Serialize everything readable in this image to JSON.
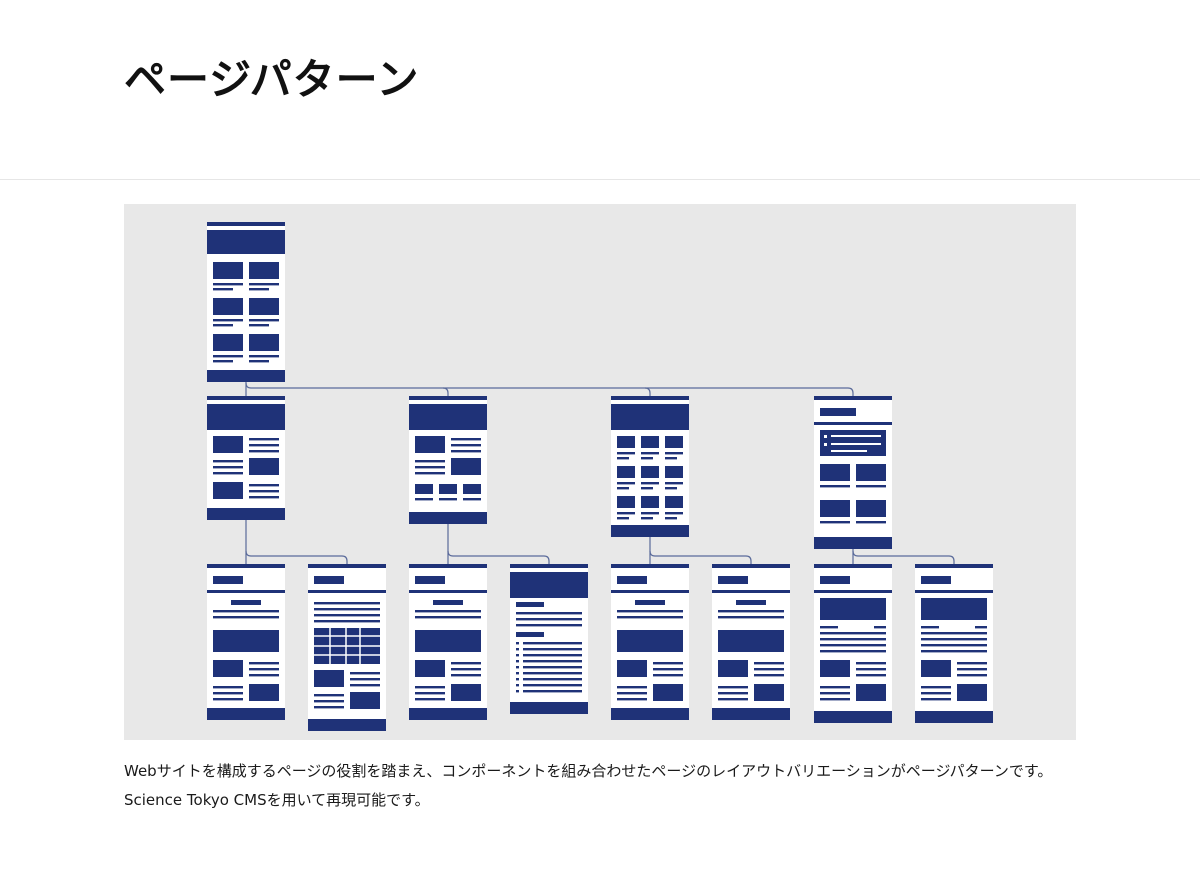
{
  "page": {
    "title": "ページパターン",
    "description": "Webサイトを構成するページの役割を踏まえ、コンポーネントを組み合わせたページのレイアウトバリエーションがページパターンです。Science Tokyo CMSを用いて再現可能です。"
  },
  "colors": {
    "accent": "#1f3278",
    "panel_background": "#e8e8e8",
    "page_background": "#ffffff",
    "connector": "#5a6a9a",
    "divider": "#e6e6e6"
  },
  "diagram": {
    "type": "page-pattern-tree",
    "levels": 3,
    "nodes": [
      {
        "id": "top",
        "pattern": "top-grid"
      },
      {
        "id": "index-a",
        "parent": "top",
        "pattern": "index-mixed"
      },
      {
        "id": "index-b",
        "parent": "top",
        "pattern": "index-cards"
      },
      {
        "id": "index-c",
        "parent": "top",
        "pattern": "index-grid"
      },
      {
        "id": "index-d",
        "parent": "top",
        "pattern": "index-list"
      },
      {
        "id": "detail-a1",
        "parent": "index-a",
        "pattern": "detail-basic"
      },
      {
        "id": "detail-a2",
        "parent": "index-a",
        "pattern": "detail-table"
      },
      {
        "id": "detail-b1",
        "parent": "index-b",
        "pattern": "detail-basic"
      },
      {
        "id": "detail-b2",
        "parent": "index-b",
        "pattern": "detail-text"
      },
      {
        "id": "detail-c1",
        "parent": "index-c",
        "pattern": "detail-basic"
      },
      {
        "id": "detail-c2",
        "parent": "index-c",
        "pattern": "detail-basic"
      },
      {
        "id": "detail-d1",
        "parent": "index-d",
        "pattern": "detail-hero"
      },
      {
        "id": "detail-d2",
        "parent": "index-d",
        "pattern": "detail-hero"
      }
    ]
  }
}
